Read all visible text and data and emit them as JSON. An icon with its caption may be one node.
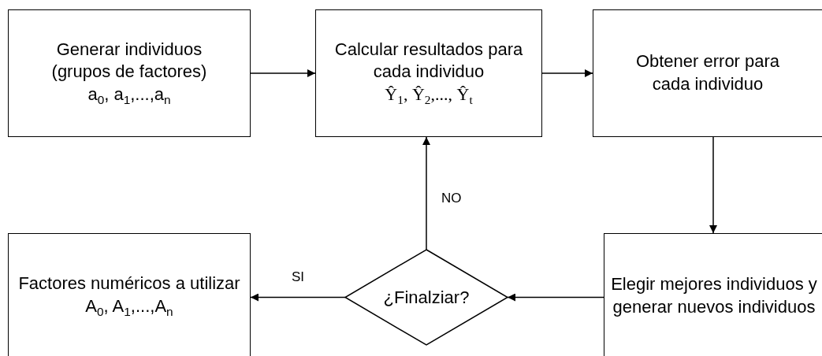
{
  "diagram": {
    "nodes": [
      {
        "text": [
          "Generar individuos (grupos de factores)",
          "a$_{0}$, a$_{1}$,...,a$_{n}$"
        ]
      },
      {
        "text": [
          "Calcular resultados para cada individuo",
          "Ŷ$_{1}$, Ŷ$_{2}$,..., Ŷ$_{t}$"
        ]
      },
      {
        "text": [
          "Obtener error para cada individuo"
        ]
      },
      {
        "text": [
          "Factores numéricos a utilizar",
          "A$_{0}$, A$_{1}$,...,A$_{n}$"
        ]
      },
      {
        "text": [
          "¿Finalziar?"
        ]
      },
      {
        "text": [
          "Elegir mejores individuos y generar nuevos individuos"
        ]
      }
    ],
    "edges": [
      {
        "from": 0,
        "to": 1,
        "arrow": "to"
      },
      {
        "from": 1,
        "to": 2,
        "arrow": "to"
      },
      {
        "from": 2,
        "to": 5,
        "arrow": "to"
      },
      {
        "from": 5,
        "to": 4,
        "arrow": "to"
      },
      {
        "from": 4,
        "to": 1,
        "arrow": "to",
        "label": "NO"
      },
      {
        "from": 4,
        "to": 3,
        "arrow": "to",
        "label": "SI"
      }
    ]
  }
}
